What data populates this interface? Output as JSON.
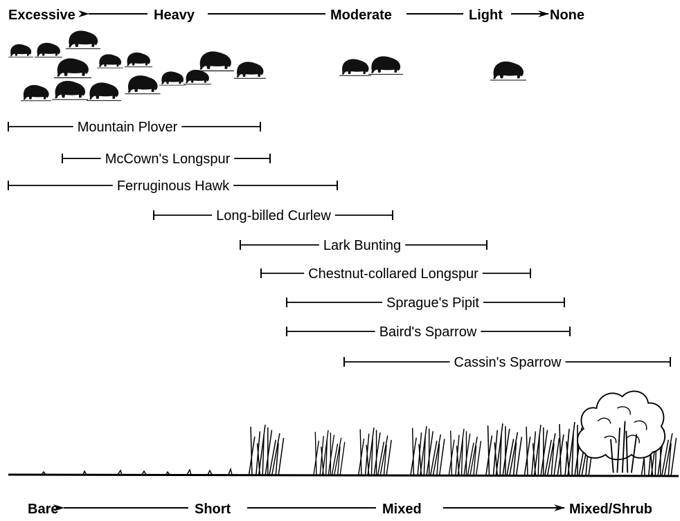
{
  "grazing_scale": {
    "labels": [
      "Excessive",
      "Heavy",
      "Moderate",
      "Light",
      "None"
    ]
  },
  "birds": [
    {
      "name": "Mountain Plover"
    },
    {
      "name": "McCown's Longspur"
    },
    {
      "name": "Ferruginous Hawk"
    },
    {
      "name": "Long-billed Curlew"
    },
    {
      "name": "Lark Bunting"
    },
    {
      "name": "Chestnut-collared Longspur"
    },
    {
      "name": "Sprague's Pipit"
    },
    {
      "name": "Baird's Sparrow"
    },
    {
      "name": "Cassin's Sparrow"
    }
  ],
  "vegetation_scale": {
    "labels": [
      "Bare",
      "Short",
      "Mixed",
      "Mixed/Shrub"
    ]
  },
  "icons": {
    "bison": "bison-icon",
    "grass": "grass-icon",
    "shrub": "shrub-icon"
  }
}
